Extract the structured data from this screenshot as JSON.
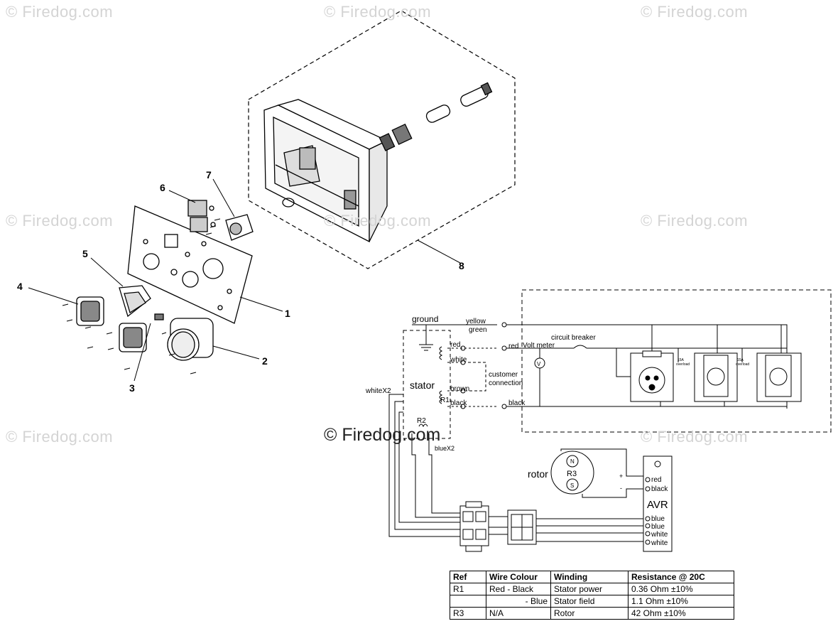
{
  "watermarks": {
    "brand": "© Firedog.com",
    "brand_short": "© Firedog.com",
    "credit": "© Firedog.com"
  },
  "callouts": [
    "1",
    "2",
    "3",
    "4",
    "5",
    "6",
    "7",
    "8"
  ],
  "wiring": {
    "ground": "ground",
    "yellow": "yellow",
    "green": "green",
    "red": "red",
    "red2": "red",
    "white": "white",
    "brown": "brown",
    "black": "black",
    "black2": "black",
    "volt_meter": "Volt meter",
    "v": "V",
    "circuit_breaker": "circuit breaker",
    "customer": "customer",
    "connection": "connection",
    "stator": "stator",
    "r1": "R1",
    "r2": "R2",
    "white_x2": "whiteX2",
    "blue_x2": "blueX2",
    "overload_a": "15A",
    "overload_b": "overload",
    "overload_c": "15A",
    "overload_d": "overload",
    "rotor": "rotor",
    "r3": "R3",
    "n": "N",
    "s": "S",
    "plus": "+",
    "minus": "-",
    "avr": "AVR",
    "avr_terminals": [
      "red",
      "black",
      "blue",
      "blue",
      "white",
      "white"
    ]
  },
  "resistance_table": {
    "headers": [
      "Ref",
      "Wire Colour",
      "Winding",
      "Resistance @ 20C"
    ],
    "rows": [
      [
        "R1",
        "Red - Black",
        "Stator power",
        "0.36 Ohm ±10%"
      ],
      [
        "",
        "- Blue",
        "Stator field",
        "1.1 Ohm ±10%"
      ],
      [
        "R3",
        "N/A",
        "Rotor",
        "42 Ohm ±10%"
      ]
    ]
  }
}
